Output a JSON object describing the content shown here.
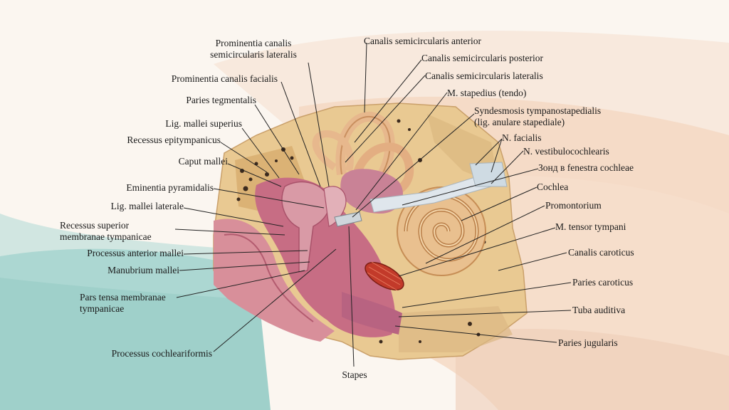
{
  "labels": {
    "prom_canalis_lateralis": "Prominentia canalis\nsemicircularis lateralis",
    "prom_canalis_facialis": "Prominentia canalis facialis",
    "paries_tegmentalis": "Paries tegmentalis",
    "lig_mallei_superius": "Lig. mallei superius",
    "recessus_epitympanicus": "Recessus epitympanicus",
    "caput_mallei": "Caput mallei",
    "eminentia_pyramidalis": "Eminentia pyramidalis",
    "lig_mallei_laterale": "Lig. mallei laterale",
    "recessus_superior": "Recessus superior\nmembranae tympanicae",
    "processus_anterior": "Processus anterior mallei",
    "manubrium_mallei": "Manubrium mallei",
    "pars_tensa": "Pars tensa membranae\ntympanicae",
    "processus_cochleariformis": "Processus cochleariformis",
    "stapes": "Stapes",
    "canalis_semicirc_anterior": "Canalis semicircularis anterior",
    "canalis_semicirc_posterior": "Canalis semicircularis posterior",
    "canalis_semicirc_lateralis": "Canalis semicircularis lateralis",
    "m_stapedius": "M. stapedius (tendo)",
    "syndesmosis": "Syndesmosis tympanostapedialis\n(lig. anulare stapediale)",
    "n_facialis": "N. facialis",
    "n_vestibulocochlearis": "N. vestibulocochlearis",
    "zond": "Зонд в fenestra cochleae",
    "cochlea": "Cochlea",
    "promontorium": "Promontorium",
    "m_tensor_tympani": "M. tensor tympani",
    "canalis_caroticus": "Canalis caroticus",
    "paries_caroticus": "Paries caroticus",
    "tuba_auditiva": "Tuba auditiva",
    "paries_jugularis": "Paries jugularis"
  },
  "colors": {
    "bone": "#e9c992",
    "bone_dark": "#d4a86a",
    "membrane": "#d88f9a",
    "cavity": "#b9607a",
    "muscle": "#c23a2a",
    "nerve": "#dfe6ec",
    "teal_wash": "#8ec9c3",
    "peach_wash": "#f4d6bf"
  }
}
